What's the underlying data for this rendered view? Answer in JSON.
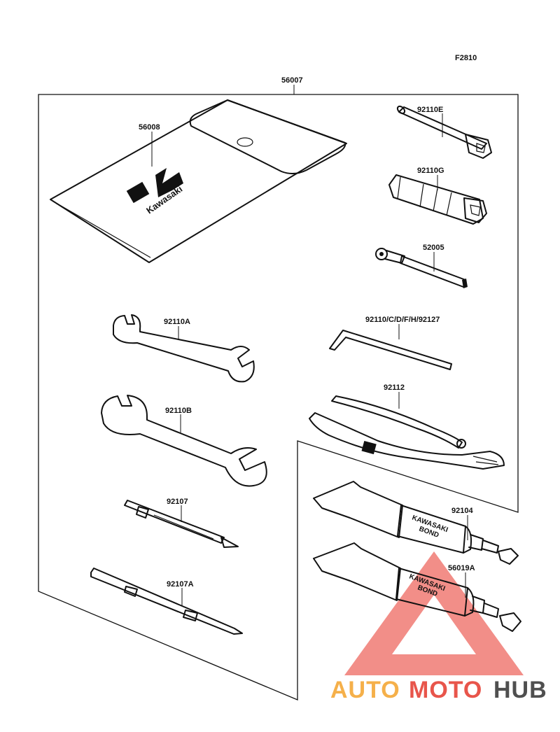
{
  "diagram_ref": "F2810",
  "kit": {
    "part_no": "56007"
  },
  "parts": {
    "bag": "56008",
    "plug_wrench_e": "92110E",
    "plug_wrench_g": "92110G",
    "handle": "52005",
    "wrench_a": "92110A",
    "hex_keys": "92110/C/D/F/H/92127",
    "wrench_b": "92110B",
    "pliers": "92112",
    "screwdriver": "92107",
    "screwdriver_handle": "92107A",
    "bond_a": "92104",
    "bond_b": "56019A"
  },
  "print": {
    "bag_brand": "Kawasaki",
    "tube_brand": "KAWASAKI",
    "tube_product": "BOND"
  },
  "watermark": {
    "part1": "AUTO",
    "part2": "MOTO",
    "part3": "HUB",
    "colors": {
      "part1": "#f5b04a",
      "part2": "#e8554b",
      "part3": "#4f4f4f",
      "triangle": "#f07a73"
    }
  }
}
